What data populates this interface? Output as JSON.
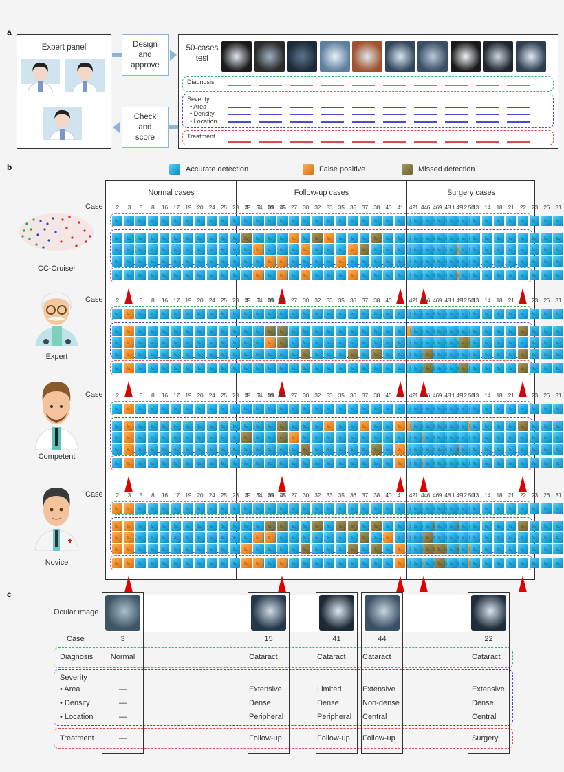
{
  "panel_a": {
    "letter": "a",
    "expert_panel_title": "Expert panel",
    "design_label_lines": [
      "Design",
      "and",
      "approve"
    ],
    "check_label_lines": [
      "Check",
      "and",
      "score"
    ],
    "test_label_lines": [
      "50-cases",
      "test"
    ],
    "diagnosis_label": "Diagnosis",
    "severity_label": "Severity",
    "severity_items": [
      "• Area",
      "• Density",
      "• Location"
    ],
    "treatment_label": "Treatment",
    "eye_image_count": 10
  },
  "panel_b": {
    "letter": "b",
    "legend": [
      {
        "label": "Accurate detection",
        "code": "A",
        "color": "#1ea6dc"
      },
      {
        "label": "False positive",
        "code": "F",
        "color": "#ef8a24"
      },
      {
        "label": "Missed detection",
        "code": "M",
        "color": "#84773f"
      }
    ],
    "groups": [
      {
        "title": "Normal cases",
        "cases": [
          "2",
          "3",
          "5",
          "8",
          "16",
          "17",
          "19",
          "20",
          "24",
          "25",
          "28",
          "29",
          "34",
          "39",
          "45"
        ],
        "highlight_cases": [
          "3"
        ]
      },
      {
        "title": "Follow-up cases",
        "cases": [
          "4",
          "7",
          "10",
          "15",
          "27",
          "30",
          "32",
          "33",
          "35",
          "36",
          "37",
          "38",
          "40",
          "41",
          "42",
          "44",
          "46",
          "48",
          "49",
          "50"
        ],
        "highlight_cases": [
          "15",
          "41",
          "44"
        ]
      },
      {
        "title": "Surgery cases",
        "cases": [
          "1",
          "6",
          "9",
          "11",
          "12",
          "13",
          "14",
          "18",
          "21",
          "22",
          "23",
          "26",
          "31",
          "43",
          "47"
        ],
        "highlight_cases": [
          "22"
        ]
      }
    ],
    "case_label": "Case",
    "row_order": [
      "diagnosis",
      "area",
      "density",
      "location",
      "treatment"
    ],
    "raters": [
      {
        "name": "CC-Cruiser",
        "grid": {
          "normal": [
            "AAAAAAAAAAAAAAA",
            "AAAAAAAAAAAAAAA",
            "AAAAAAAAAAAAAAA",
            "AAAAAAAAAAAAAAA",
            "AAAAAAAAAAAAAAA"
          ],
          "followup": [
            "AAAAAAAAAAAAAAAAAAAA",
            "MAAAFAMFAAAMAAAAAAAA",
            "AFAAAFAAAFMAAAAAAAFA",
            "AAFFAAAAFAAAAAAAAAAA",
            "AFAFAFAAAFAAAAAAAAFA"
          ],
          "surgery": [
            "AAAAAAAAAAAAAAA",
            "AAAAAAAAAAAAAAA",
            "AAAAAAAAAAAAAAA",
            "AAAAAAAAAAAAAAA",
            "AAAAAAAAAAAAAAA"
          ]
        }
      },
      {
        "name": "Expert",
        "grid": {
          "normal": [
            "AFAAAAAAAAAAAAA",
            "AFAAAAAAAAAAAAA",
            "AFAAAAAAAAAAAAA",
            "AFAAAAAAAAAAAAA",
            "AFAAAAAAAAAAAAA"
          ],
          "followup": [
            "AAAAAAAAAAAAAAAAAAAA",
            "AAMMAAAAAAAAAAFAAAAA",
            "AAFMAAAAAAAAAAAAAAAM",
            "AAAAAMAAAMAMAAAAAAAA",
            "AAAAAAAAAAAAAAAAAAAA"
          ],
          "surgery": [
            "AAAAAAAAAAAAAAA",
            "AAAAAAAAAMAAAAA",
            "AAAAMAAAAAAAAAA",
            "AMAAAAAAAMAAAAA",
            "AMAAMAAAAMAAAAA"
          ]
        }
      },
      {
        "name": "Competent",
        "grid": {
          "normal": [
            "AFAAAAAAAAAAAAA",
            "AFAAAAAAAAAAAAA",
            "AFAAAAAAAAAAAAA",
            "AFAAAAAAAAAAAAA",
            "AFAAAAAAAAAAAAA"
          ],
          "followup": [
            "AAAAAAAAAAAAAAAAAAAA",
            "AAAMAAAFAAFAAFFAAAAF",
            "MAAMFAAAAAAAAAAFAAAA",
            "AAAAAMAAAAAMAFAAAAMA",
            "AAAAAAAAAAAAAFAFAAAA"
          ],
          "surgery": [
            "AAAAAAAAAAAAAAA",
            "AAAAAAAAAMAAAAA",
            "AAAAAAAAAAAAAAA",
            "AAAAAAAAAAAAAMA",
            "AAAAAAAAAAAAAMA"
          ]
        }
      },
      {
        "name": "Novice",
        "grid": {
          "normal": [
            "FFAAAAAAAAAAAAA",
            "FFAAAAAAAAAAAAA",
            "FFAAAAAAAAAAAAA",
            "FFAAAAAAAAAAAAA",
            "FFAAAAAAAAAAAAA"
          ],
          "followup": [
            "AAAAAAAAAAAAAAAAAAAA",
            "AAMMAAMAMMAMAAAAMAMA",
            "AFFAAAAAAAMAFAAAAAAA",
            "FAAAAMAAAMAMAFAAMMMF",
            "FFAFAAAAAAAAAFAFAAAF"
          ],
          "surgery": [
            "AAAAAAAAAAAAAAA",
            "AAAAAAAAAMAAAAA",
            "AMAAAAAAAAAAAAA",
            "AMMAAAAAAAAAAMA",
            "AAMAAAAAAAAAAAA"
          ]
        }
      }
    ]
  },
  "panel_c": {
    "letter": "c",
    "row_labels": {
      "ocular_image": "Ocular image",
      "case": "Case",
      "diagnosis": "Diagnosis",
      "severity": "Severity",
      "area": "• Area",
      "density": "• Density",
      "location": "• Location",
      "treatment": "Treatment"
    },
    "columns": [
      {
        "case": "3",
        "diagnosis": "Normal",
        "area": "—",
        "density": "—",
        "location": "—",
        "treatment": "—"
      },
      {
        "case": "15",
        "diagnosis": "Cataract",
        "area": "Extensive",
        "density": "Dense",
        "location": "Peripheral",
        "treatment": "Follow-up"
      },
      {
        "case": "41",
        "diagnosis": "Cataract",
        "area": "Limited",
        "density": "Dense",
        "location": "Peripheral",
        "treatment": "Follow-up"
      },
      {
        "case": "44",
        "diagnosis": "Cataract",
        "area": "Extensive",
        "density": "Non-dense",
        "location": "Central",
        "treatment": "Follow-up"
      },
      {
        "case": "22",
        "diagnosis": "Cataract",
        "area": "Extensive",
        "density": "Dense",
        "location": "Central",
        "treatment": "Surgery"
      }
    ]
  }
}
